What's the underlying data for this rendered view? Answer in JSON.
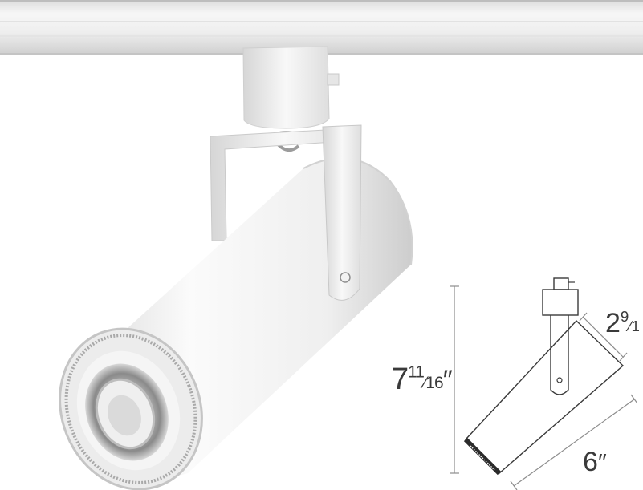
{
  "product": {
    "dimensions": {
      "height": {
        "whole": "7",
        "num": "11",
        "den": "16",
        "unit": "″"
      },
      "length": {
        "whole": "6",
        "unit": "″"
      },
      "width": {
        "whole": "2",
        "num": "9",
        "den": "1"
      }
    }
  },
  "colors": {
    "fixture": "#f4f4f4",
    "line": "#9a9a9a",
    "dark": "#2b2b2b"
  }
}
